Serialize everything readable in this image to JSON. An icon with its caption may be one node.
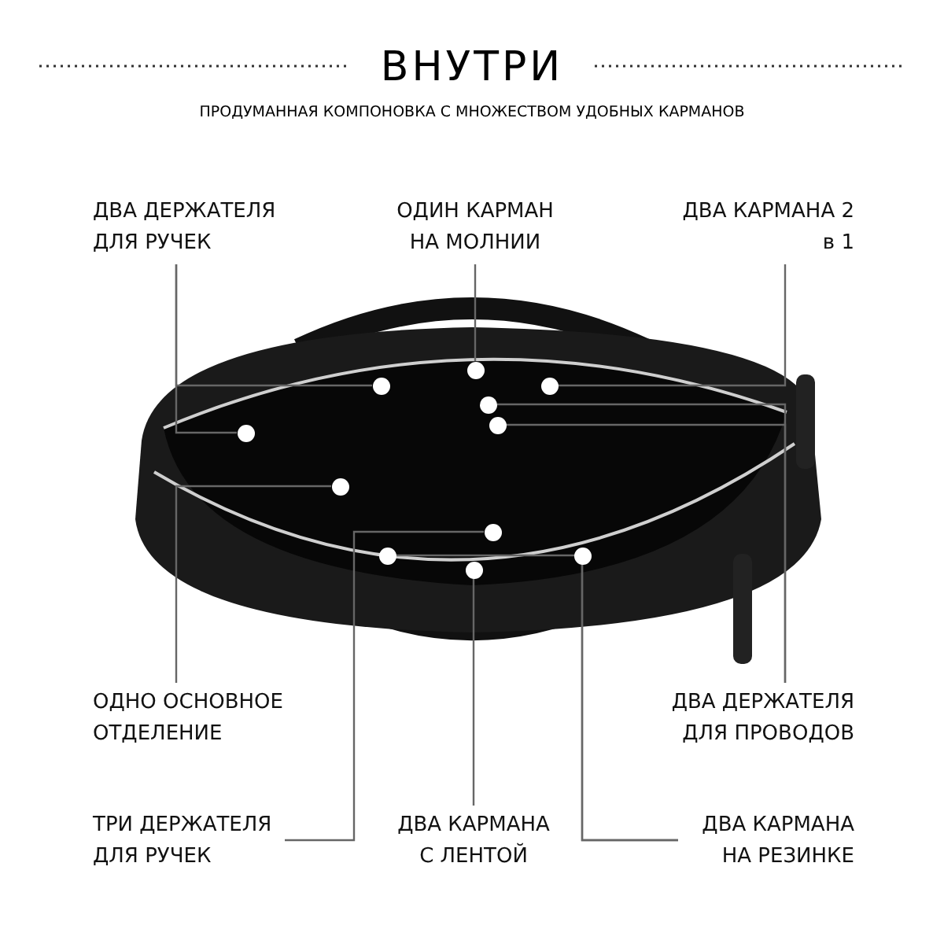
{
  "diagram": {
    "title": "ВНУТРИ",
    "nodes": [
      {
        "text": [
          "ДВА ДЕРЖАТЕЛЯ ДЛЯ РУЧЕК"
        ]
      },
      {
        "text": [
          "ОДИН КАРМАН НА МОЛНИИ"
        ]
      },
      {
        "text": [
          "ДВА КАРМАНА 2 в 1"
        ]
      },
      {
        "text": [
          "ОДНО ОСНОВНОЕ ОТДЕЛЕНИЕ"
        ]
      },
      {
        "text": [
          "ДВА ДЕРЖАТЕЛЯ ДЛЯ ПРОВОДОВ"
        ]
      },
      {
        "text": [
          "ТРИ ДЕРЖАТЕЛЯ ДЛЯ РУЧЕК"
        ]
      },
      {
        "text": [
          "ДВА КАРМАНА С ЛЕНТОЙ"
        ]
      },
      {
        "text": [
          "ДВА КАРМАНА НА РЕЗИНКЕ"
        ]
      },
      {
        "text": [],
        "shape": "circle"
      },
      {
        "text": [],
        "shape": "circle"
      },
      {
        "text": [],
        "shape": "circle"
      },
      {
        "text": [],
        "shape": "circle"
      },
      {
        "text": [],
        "shape": "circle"
      },
      {
        "text": [],
        "shape": "circle"
      },
      {
        "text": [],
        "shape": "circle"
      },
      {
        "text": [],
        "shape": "circle"
      },
      {
        "text": [],
        "shape": "circle"
      },
      {
        "text": [],
        "shape": "circle"
      },
      {
        "text": [],
        "shape": "circle"
      }
    ],
    "edges": [
      {
        "from": 0,
        "to": 13,
        "arrow": "none"
      },
      {
        "from": 0,
        "to": 9,
        "arrow": "none"
      },
      {
        "from": 1,
        "to": 8,
        "arrow": "none"
      },
      {
        "from": 2,
        "to": 10,
        "arrow": "none"
      },
      {
        "from": 3,
        "to": 14,
        "arrow": "none"
      },
      {
        "from": 4,
        "to": 11,
        "arrow": "none"
      },
      {
        "from": 4,
        "to": 12,
        "arrow": "none"
      },
      {
        "from": 5,
        "to": 15,
        "arrow": "none"
      },
      {
        "from": 6,
        "to": 18,
        "arrow": "none"
      },
      {
        "from": 7,
        "to": 16,
        "arrow": "none"
      },
      {
        "from": 7,
        "to": 17,
        "arrow": "none"
      }
    ],
    "labels": [
      "ПРОДУМАННАЯ КОМПОНОВКА С МНОЖЕСТВОМ УДОБНЫХ КАРМАНОВ"
    ]
  }
}
